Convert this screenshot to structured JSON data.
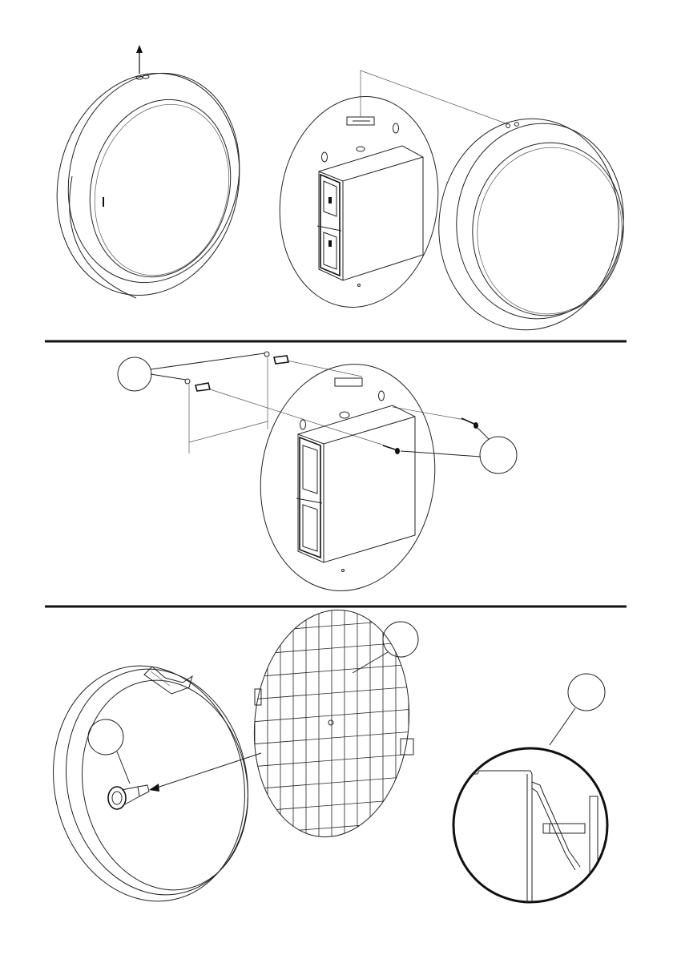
{
  "figure": {
    "panels": [
      "step-1-remove-cover",
      "step-2-fix-to-wall",
      "step-3-insert-battery-and-close"
    ],
    "callouts": [
      {
        "id": "callout-wall-plugs",
        "label": ""
      },
      {
        "id": "callout-screws",
        "label": ""
      },
      {
        "id": "callout-battery-cover",
        "label": ""
      },
      {
        "id": "callout-lamp-holder",
        "label": ""
      },
      {
        "id": "callout-clip-detail",
        "label": ""
      }
    ],
    "line_color": "#222222",
    "background": "#ffffff"
  }
}
